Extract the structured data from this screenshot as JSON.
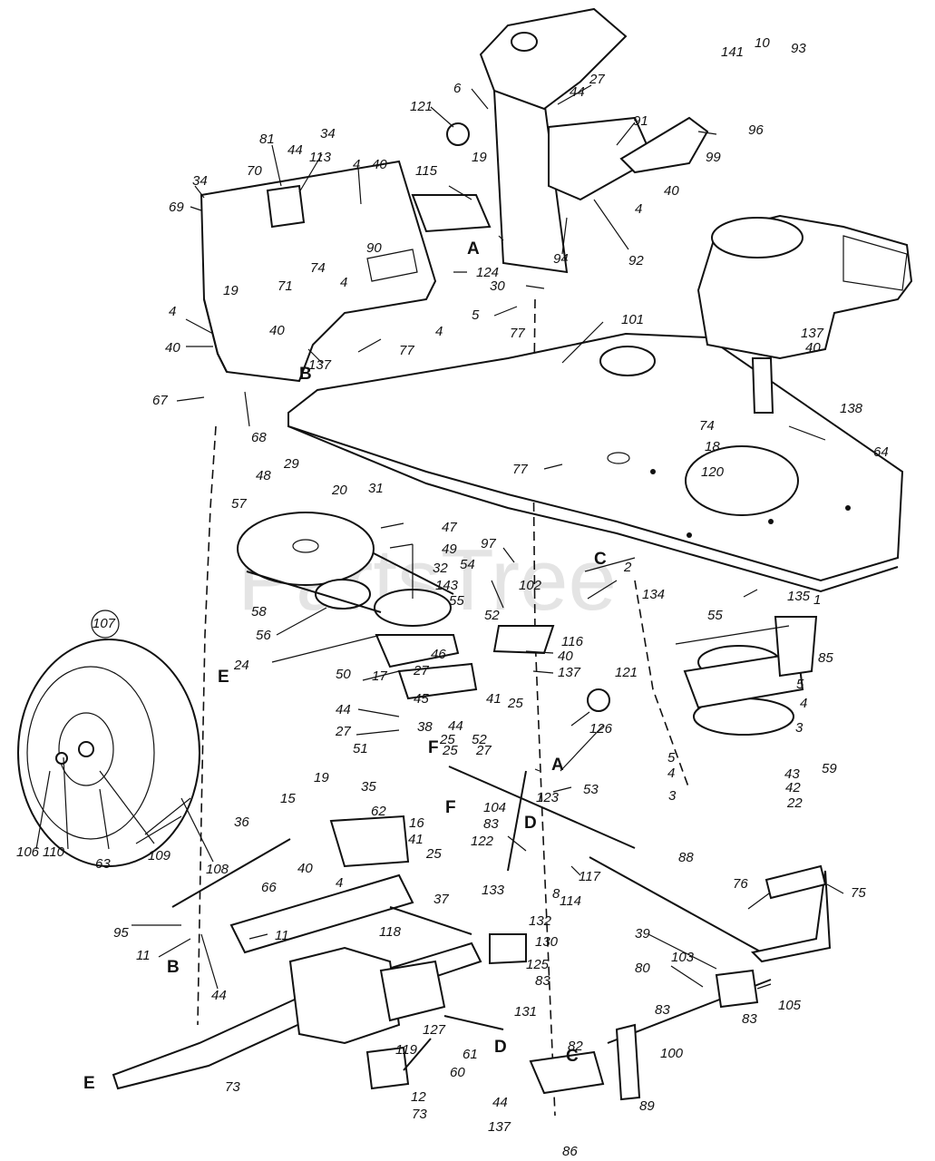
{
  "diagram": {
    "watermark": "PartsTree",
    "part_labels": [
      {
        "id": "p1",
        "text": "6"
      },
      {
        "id": "p2",
        "text": "27"
      },
      {
        "id": "p3",
        "text": "121"
      },
      {
        "id": "p4",
        "text": "44"
      },
      {
        "id": "p5",
        "text": "91"
      },
      {
        "id": "p6",
        "text": "141"
      },
      {
        "id": "p7",
        "text": "10"
      },
      {
        "id": "p8",
        "text": "93"
      },
      {
        "id": "p9",
        "text": "96"
      },
      {
        "id": "p10",
        "text": "99"
      },
      {
        "id": "p11",
        "text": "40"
      },
      {
        "id": "p12",
        "text": "4"
      },
      {
        "id": "p13",
        "text": "92"
      },
      {
        "id": "p14",
        "text": "94"
      },
      {
        "id": "p15",
        "text": "19"
      },
      {
        "id": "p16",
        "text": "115"
      },
      {
        "id": "p17",
        "text": "81"
      },
      {
        "id": "p18",
        "text": "44"
      },
      {
        "id": "p19",
        "text": "113"
      },
      {
        "id": "p20",
        "text": "34"
      },
      {
        "id": "p21",
        "text": "4"
      },
      {
        "id": "p22",
        "text": "40"
      },
      {
        "id": "p23",
        "text": "70"
      },
      {
        "id": "p24",
        "text": "34"
      },
      {
        "id": "p25",
        "text": "69"
      },
      {
        "id": "p26",
        "text": "90"
      },
      {
        "id": "p27",
        "text": "74"
      },
      {
        "id": "p28",
        "text": "71"
      },
      {
        "id": "p29",
        "text": "124"
      },
      {
        "id": "p30",
        "text": "30"
      },
      {
        "id": "p31",
        "text": "5"
      },
      {
        "id": "p32",
        "text": "4"
      },
      {
        "id": "p33",
        "text": "19"
      },
      {
        "id": "p34",
        "text": "4"
      },
      {
        "id": "p35",
        "text": "4"
      },
      {
        "id": "p36",
        "text": "77"
      },
      {
        "id": "p37",
        "text": "101"
      },
      {
        "id": "p38",
        "text": "137"
      },
      {
        "id": "p39",
        "text": "40"
      },
      {
        "id": "p40",
        "text": "40"
      },
      {
        "id": "p41",
        "text": "40"
      },
      {
        "id": "p42",
        "text": "77"
      },
      {
        "id": "p43",
        "text": "137"
      },
      {
        "id": "p44",
        "text": "138"
      },
      {
        "id": "p45",
        "text": "67"
      },
      {
        "id": "p46",
        "text": "68"
      },
      {
        "id": "p47",
        "text": "74"
      },
      {
        "id": "p48",
        "text": "64"
      },
      {
        "id": "p49",
        "text": "18"
      },
      {
        "id": "p50",
        "text": "77"
      },
      {
        "id": "p51",
        "text": "120"
      },
      {
        "id": "p52",
        "text": "48"
      },
      {
        "id": "p53",
        "text": "29"
      },
      {
        "id": "p54",
        "text": "20"
      },
      {
        "id": "p55",
        "text": "31"
      },
      {
        "id": "p56",
        "text": "57"
      },
      {
        "id": "p57",
        "text": "47"
      },
      {
        "id": "p58",
        "text": "49"
      },
      {
        "id": "p59",
        "text": "97"
      },
      {
        "id": "p60",
        "text": "54"
      },
      {
        "id": "p61",
        "text": "2"
      },
      {
        "id": "p62",
        "text": "134"
      },
      {
        "id": "p63",
        "text": "32"
      },
      {
        "id": "p64",
        "text": "143"
      },
      {
        "id": "p65",
        "text": "102"
      },
      {
        "id": "p66",
        "text": "135"
      },
      {
        "id": "p67",
        "text": "1"
      },
      {
        "id": "p68",
        "text": "58"
      },
      {
        "id": "p69",
        "text": "56"
      },
      {
        "id": "p70",
        "text": "55"
      },
      {
        "id": "p71",
        "text": "52"
      },
      {
        "id": "p72",
        "text": "55"
      },
      {
        "id": "p73",
        "text": "116"
      },
      {
        "id": "p74",
        "text": "107"
      },
      {
        "id": "p75",
        "text": "24"
      },
      {
        "id": "p76",
        "text": "46"
      },
      {
        "id": "p77",
        "text": "40"
      },
      {
        "id": "p78",
        "text": "85"
      },
      {
        "id": "p79",
        "text": "50"
      },
      {
        "id": "p80",
        "text": "17"
      },
      {
        "id": "p81",
        "text": "27"
      },
      {
        "id": "p82",
        "text": "137"
      },
      {
        "id": "p83",
        "text": "121"
      },
      {
        "id": "p84",
        "text": "5"
      },
      {
        "id": "p85",
        "text": "45"
      },
      {
        "id": "p86",
        "text": "41"
      },
      {
        "id": "p87",
        "text": "25"
      },
      {
        "id": "p88",
        "text": "4"
      },
      {
        "id": "p89",
        "text": "44"
      },
      {
        "id": "p90",
        "text": "38"
      },
      {
        "id": "p91",
        "text": "25"
      },
      {
        "id": "p92",
        "text": "44"
      },
      {
        "id": "p93",
        "text": "52"
      },
      {
        "id": "p94",
        "text": "126"
      },
      {
        "id": "p95",
        "text": "3"
      },
      {
        "id": "p96",
        "text": "27"
      },
      {
        "id": "p97",
        "text": "25"
      },
      {
        "id": "p98",
        "text": "27"
      },
      {
        "id": "p99",
        "text": "51"
      },
      {
        "id": "p100",
        "text": "5"
      },
      {
        "id": "p101",
        "text": "43"
      },
      {
        "id": "p102",
        "text": "59"
      },
      {
        "id": "p103",
        "text": "35"
      },
      {
        "id": "p104",
        "text": "4"
      },
      {
        "id": "p105",
        "text": "42"
      },
      {
        "id": "p106",
        "text": "19"
      },
      {
        "id": "p107",
        "text": "123"
      },
      {
        "id": "p108",
        "text": "53"
      },
      {
        "id": "p109",
        "text": "3"
      },
      {
        "id": "p110",
        "text": "22"
      },
      {
        "id": "p111",
        "text": "15"
      },
      {
        "id": "p112",
        "text": "62"
      },
      {
        "id": "p113",
        "text": "16"
      },
      {
        "id": "p114",
        "text": "104"
      },
      {
        "id": "p115",
        "text": "83"
      },
      {
        "id": "p116",
        "text": "36"
      },
      {
        "id": "p117",
        "text": "41"
      },
      {
        "id": "p118",
        "text": "25"
      },
      {
        "id": "p119",
        "text": "122"
      },
      {
        "id": "p120",
        "text": "106"
      },
      {
        "id": "p121",
        "text": "110"
      },
      {
        "id": "p122",
        "text": "63"
      },
      {
        "id": "p123",
        "text": "109"
      },
      {
        "id": "p124",
        "text": "108"
      },
      {
        "id": "p125",
        "text": "117"
      },
      {
        "id": "p126",
        "text": "88"
      },
      {
        "id": "p127",
        "text": "8"
      },
      {
        "id": "p128",
        "text": "40"
      },
      {
        "id": "p129",
        "text": "37"
      },
      {
        "id": "p130",
        "text": "76"
      },
      {
        "id": "p131",
        "text": "75"
      },
      {
        "id": "p132",
        "text": "4"
      },
      {
        "id": "p133",
        "text": "133"
      },
      {
        "id": "p134",
        "text": "114"
      },
      {
        "id": "p135",
        "text": "66"
      },
      {
        "id": "p136",
        "text": "95"
      },
      {
        "id": "p137",
        "text": "11"
      },
      {
        "id": "p138",
        "text": "11"
      },
      {
        "id": "p139",
        "text": "118"
      },
      {
        "id": "p140",
        "text": "132"
      },
      {
        "id": "p141",
        "text": "130"
      },
      {
        "id": "p142",
        "text": "39"
      },
      {
        "id": "p143",
        "text": "103"
      },
      {
        "id": "p144",
        "text": "125"
      },
      {
        "id": "p145",
        "text": "44"
      },
      {
        "id": "p146",
        "text": "80"
      },
      {
        "id": "p147",
        "text": "83"
      },
      {
        "id": "p148",
        "text": "105"
      },
      {
        "id": "p149",
        "text": "131"
      },
      {
        "id": "p150",
        "text": "127"
      },
      {
        "id": "p151",
        "text": "83"
      },
      {
        "id": "p152",
        "text": "83"
      },
      {
        "id": "p153",
        "text": "61"
      },
      {
        "id": "p154",
        "text": "100"
      },
      {
        "id": "p155",
        "text": "119"
      },
      {
        "id": "p156",
        "text": "82"
      },
      {
        "id": "p157",
        "text": "60"
      },
      {
        "id": "p158",
        "text": "12"
      },
      {
        "id": "p159",
        "text": "89"
      },
      {
        "id": "p160",
        "text": "73"
      },
      {
        "id": "p161",
        "text": "44"
      },
      {
        "id": "p162",
        "text": "137"
      },
      {
        "id": "p163",
        "text": "73"
      },
      {
        "id": "p164",
        "text": "86"
      }
    ],
    "reference_letters": [
      {
        "id": "r1",
        "text": "A"
      },
      {
        "id": "r2",
        "text": "B"
      },
      {
        "id": "r3",
        "text": "C"
      },
      {
        "id": "r4",
        "text": "E"
      },
      {
        "id": "r5",
        "text": "F"
      },
      {
        "id": "r6",
        "text": "A"
      },
      {
        "id": "r7",
        "text": "F"
      },
      {
        "id": "r8",
        "text": "D"
      },
      {
        "id": "r9",
        "text": "B"
      },
      {
        "id": "r10",
        "text": "D"
      },
      {
        "id": "r11",
        "text": "E"
      },
      {
        "id": "r12",
        "text": "C"
      }
    ]
  }
}
